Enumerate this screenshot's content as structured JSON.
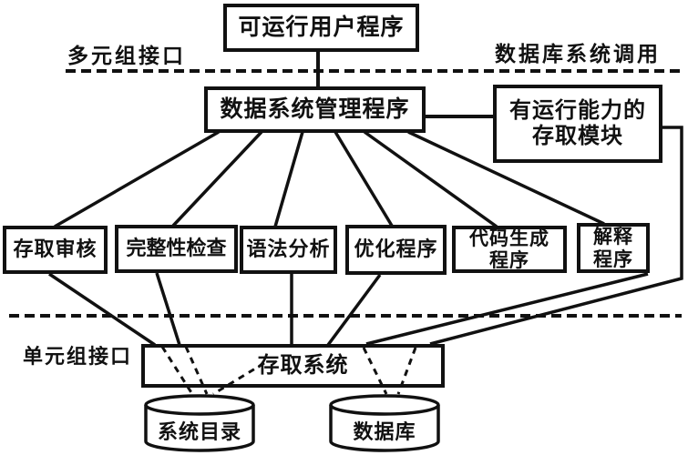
{
  "diagram": {
    "type": "database-system-architecture",
    "colors": {
      "stroke": "#111111",
      "background": "#ffffff"
    },
    "nodes": {
      "user_program": "可运行用户程序",
      "dbms_manager": "数据系统管理程序",
      "access_module_line1": "有运行能力的",
      "access_module_line2": "存取模块",
      "access_audit": "存取审核",
      "integrity_check": "完整性检查",
      "syntax_analysis": "语法分析",
      "optimizer": "优化程序",
      "code_generator_line1": "代码生成",
      "code_generator_line2": "程序",
      "interpreter_line1": "解释",
      "interpreter_line2": "程序",
      "access_system": "存取系统",
      "system_catalog": "系统目录",
      "database": "数据库"
    },
    "labels": {
      "multi_tuple_interface": "多元组接口",
      "db_system_call": "数据库系统调用",
      "single_tuple_interface": "单元组接口"
    },
    "edges": [
      {
        "from": "可运行用户程序",
        "to": "数据系统管理程序",
        "style": "solid"
      },
      {
        "from": "数据系统管理程序",
        "to": "有运行能力的存取模块",
        "style": "solid"
      },
      {
        "from": "数据系统管理程序",
        "to": "存取审核",
        "style": "solid"
      },
      {
        "from": "数据系统管理程序",
        "to": "完整性检查",
        "style": "solid"
      },
      {
        "from": "数据系统管理程序",
        "to": "语法分析",
        "style": "solid"
      },
      {
        "from": "数据系统管理程序",
        "to": "优化程序",
        "style": "solid"
      },
      {
        "from": "数据系统管理程序",
        "to": "代码生成程序",
        "style": "solid"
      },
      {
        "from": "数据系统管理程序",
        "to": "解释程序",
        "style": "solid"
      },
      {
        "from": "存取审核",
        "to": "存取系统",
        "style": "solid"
      },
      {
        "from": "完整性检查",
        "to": "存取系统",
        "style": "solid"
      },
      {
        "from": "语法分析",
        "to": "存取系统",
        "style": "solid"
      },
      {
        "from": "优化程序",
        "to": "存取系统",
        "style": "solid"
      },
      {
        "from": "解释程序",
        "to": "存取系统",
        "style": "solid"
      },
      {
        "from": "有运行能力的存取模块",
        "to": "存取系统",
        "style": "solid"
      },
      {
        "from": "存取系统",
        "to": "系统目录",
        "style": "dashed"
      },
      {
        "from": "存取系统",
        "to": "数据库",
        "style": "dashed"
      }
    ]
  }
}
